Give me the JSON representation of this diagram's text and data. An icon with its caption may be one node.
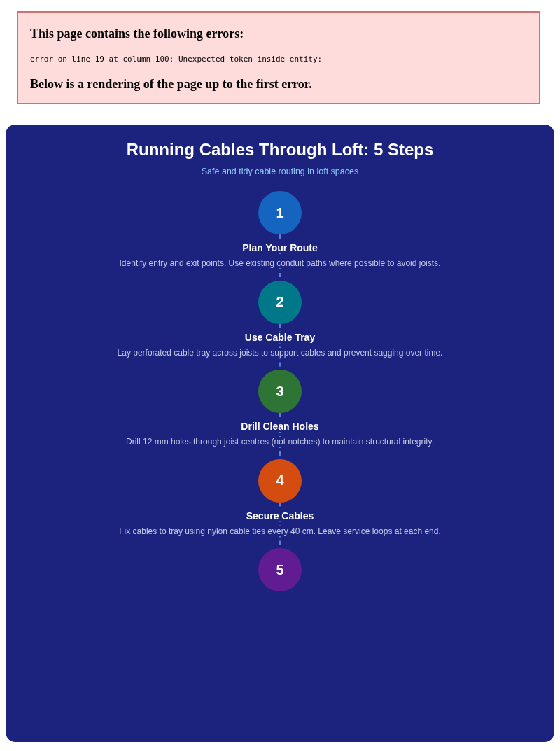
{
  "diagram": {
    "title": "Running Cables Through Loft: 5 Steps",
    "nodes": [
      {
        "text": [
          "This page contains the following errors:",
          "error on line 19 at column 100: Unexpected token inside entity:",
          "Below is a rendering of the page up to the first error."
        ]
      },
      {
        "text": [
          "Safe and tidy cable routing in loft spaces"
        ]
      },
      {
        "text": [
          "1"
        ],
        "in": 1,
        "beside": [
          "Plan Your Route",
          "Identify entry and exit points. Use existing conduit paths where possible to avoid joists."
        ]
      },
      {
        "text": [
          "2"
        ],
        "in": 1,
        "beside": [
          "Use Cable Tray",
          "Lay perforated cable tray across joists to support cables and prevent sagging over time."
        ]
      },
      {
        "text": [
          "3"
        ],
        "in": 1,
        "beside": [
          "Drill Clean Holes",
          "Drill 12 mm holes through joist centres (not notches) to maintain structural integrity."
        ]
      },
      {
        "text": [
          "4"
        ],
        "in": 1,
        "beside": [
          "Secure Cables",
          "Fix cables to tray using nylon cable ties every 40 cm. Leave service loops at each end."
        ]
      },
      {
        "text": [
          "5"
        ],
        "in": 1
      }
    ],
    "edges": [
      {
        "from": 2,
        "to": 3,
        "arrow": "none",
        "style": "dashed"
      },
      {
        "from": 3,
        "to": 4,
        "arrow": "none",
        "style": "dashed"
      },
      {
        "from": 4,
        "to": 5,
        "arrow": "none",
        "style": "dashed"
      },
      {
        "from": 5,
        "to": 6,
        "arrow": "none",
        "style": "dashed"
      }
    ]
  }
}
